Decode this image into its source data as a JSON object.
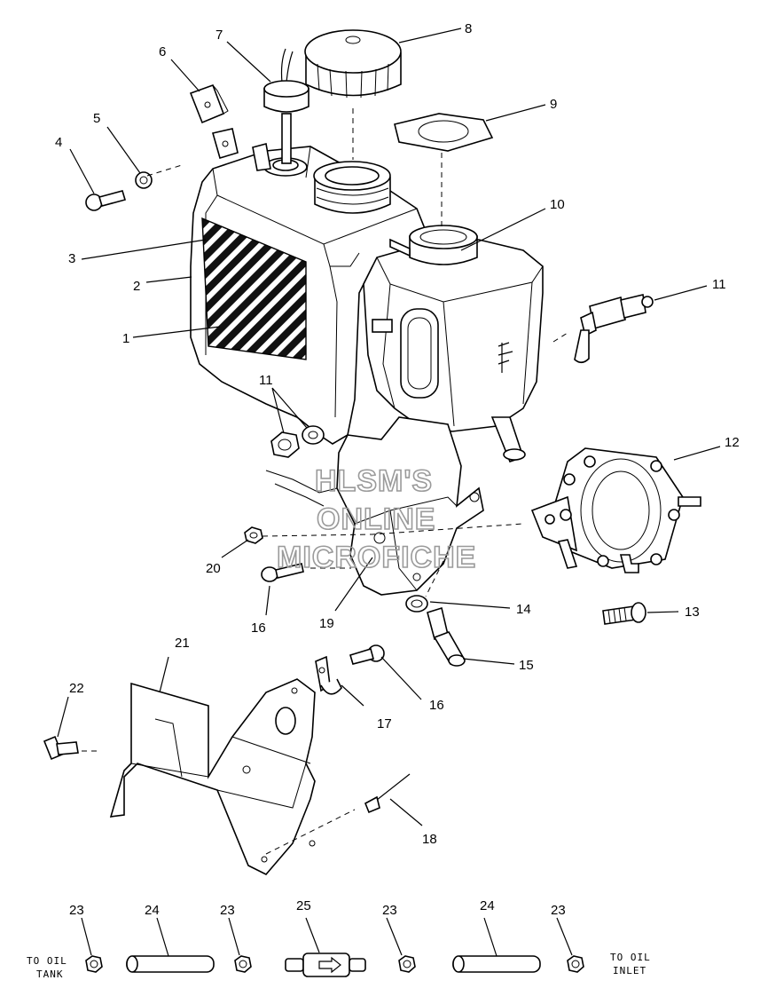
{
  "watermark": {
    "line1": "HLSM'S",
    "line2": "ONLINE",
    "line3": "MICROFICHE"
  },
  "callouts": {
    "c1": "1",
    "c2": "2",
    "c3": "3",
    "c4": "4",
    "c5": "5",
    "c6": "6",
    "c7": "7",
    "c8": "8",
    "c9": "9",
    "c10": "10",
    "c11a": "11",
    "c11b": "11",
    "c12": "12",
    "c13": "13",
    "c14": "14",
    "c15": "15",
    "c16a": "16",
    "c16b": "16",
    "c17": "17",
    "c18": "18",
    "c19": "19",
    "c20": "20",
    "c21": "21",
    "c22": "22",
    "c23a": "23",
    "c23b": "23",
    "c23c": "23",
    "c23d": "23",
    "c24a": "24",
    "c24b": "24",
    "c25": "25"
  },
  "labels": {
    "to_oil_tank_line1": "TO OIL",
    "to_oil_tank_line2": "TANK",
    "to_oil_inlet_line1": "TO OIL",
    "to_oil_inlet_line2": "INLET"
  }
}
